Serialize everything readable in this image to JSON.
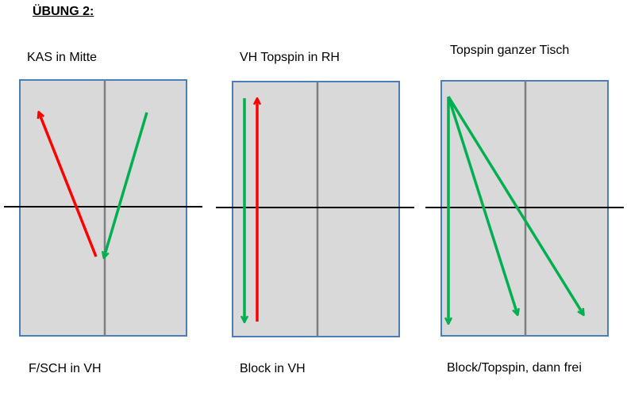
{
  "title": "ÜBUNG 2:",
  "drills": [
    {
      "top_label": "KAS in Mitte",
      "bottom_label": "F/SCH in VH"
    },
    {
      "top_label": "VH Topspin in RH",
      "bottom_label": "Block in VH"
    },
    {
      "top_label": "Topspin ganzer Tisch",
      "bottom_label": "Block/Topspin, dann frei"
    }
  ],
  "colors": {
    "table_fill": "#d9d9d9",
    "table_border": "#4a7ebb",
    "center_line": "#7f7f7f",
    "net": "#000000",
    "arrow_red": "#ff0000",
    "arrow_green": "#00b050"
  }
}
